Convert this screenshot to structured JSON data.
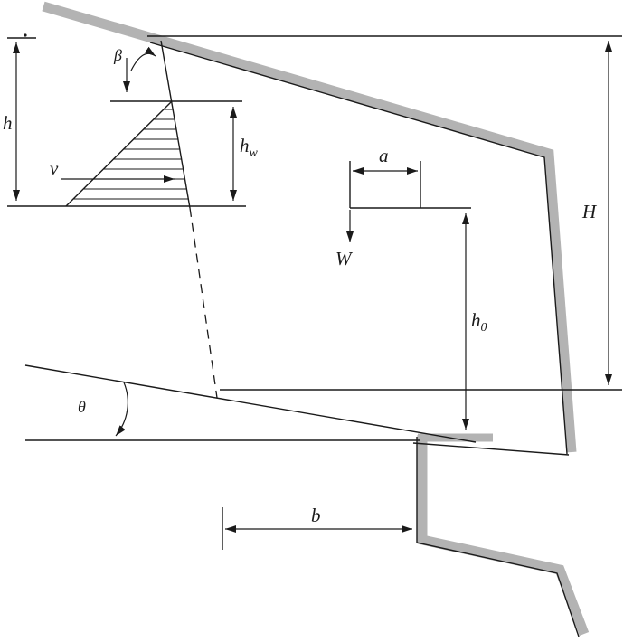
{
  "figure": {
    "labels": {
      "beta": "β",
      "h": "h",
      "hw_base": "h",
      "hw_sub": "w",
      "v": "v",
      "a": "a",
      "w": "W",
      "h0_base": "h",
      "h0_sub": "0",
      "cap_h": "H",
      "theta": "θ",
      "b": "b"
    },
    "colors": {
      "slope_band": "#b3b3b3",
      "line": "#1a1a1a",
      "background": "#ffffff"
    }
  }
}
